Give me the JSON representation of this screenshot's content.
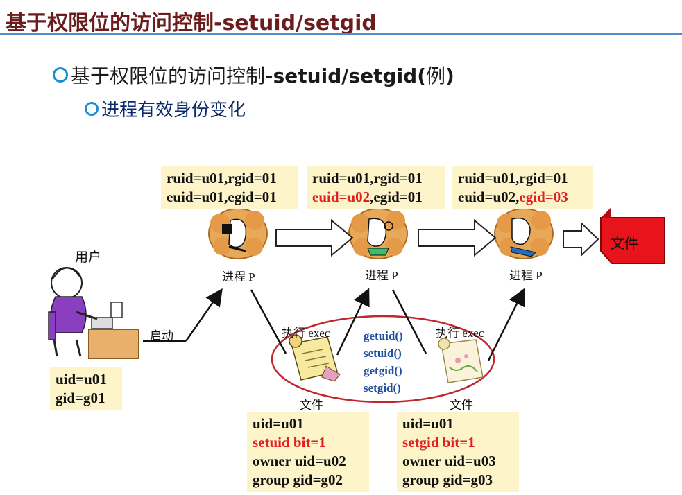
{
  "header": {
    "title_cn": "基于权限位的访问控制",
    "title_dash": "-",
    "title_en": "setuid/setgid"
  },
  "bullets": {
    "b1_cn": "基于权限位的访问控制",
    "b1_en": "-setuid/setgid(",
    "b1_cn2": "例",
    "b1_end": ")",
    "b2": "进程有效身份变化"
  },
  "process_boxes": [
    {
      "line1": "ruid=u01,rgid=01",
      "line2": "euid=u01,egid=01"
    },
    {
      "line1": "ruid=u01,rgid=01",
      "line2_red": "euid=u02",
      "line2_rest": ",egid=01"
    },
    {
      "line1": "ruid=u01,rgid=01",
      "line2_rest": "euid=u02,",
      "line2_red": "egid=03"
    }
  ],
  "process_labels": [
    "进程 P",
    "进程 P",
    "进程 P"
  ],
  "user": {
    "label": "用户",
    "start": "启动",
    "uid": "uid=u01",
    "gid": "gid=g01"
  },
  "exec_labels": [
    "执行 exec",
    "执行 exec"
  ],
  "syscalls": [
    "getuid()",
    "setuid()",
    "getgid()",
    "setgid()"
  ],
  "file_labels": [
    "文件",
    "文件"
  ],
  "file_boxes": [
    {
      "uid": "uid=u01",
      "bit": "setuid bit=1",
      "owner": "owner uid=u02",
      "group": "group gid=g02"
    },
    {
      "uid": "uid=u01",
      "bit": "setgid bit=1",
      "owner": "owner uid=u03",
      "group": "group gid=g03"
    }
  ],
  "target_file": "文件",
  "colors": {
    "title": "#6b1c1c",
    "rule": "#4f8bd0",
    "bullet": "#1a8fd6",
    "box_bg": "#fdf5c9",
    "highlight": "#e02020",
    "file_red": "#e8141c",
    "syscall": "#1f4f9e",
    "ellipse": "#c0272d"
  }
}
